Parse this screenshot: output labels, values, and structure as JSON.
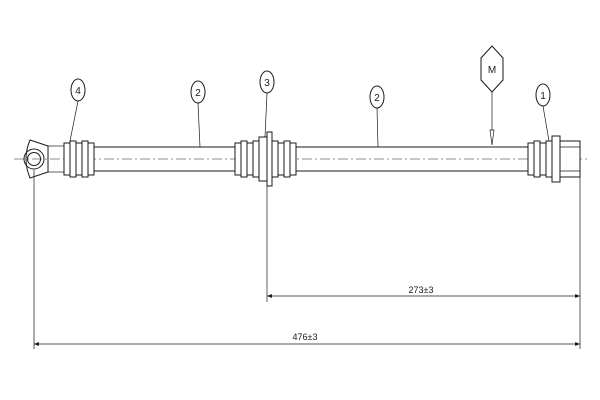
{
  "callouts": [
    {
      "id": "callout-4",
      "label": "4"
    },
    {
      "id": "callout-2a",
      "label": "2"
    },
    {
      "id": "callout-3",
      "label": "3"
    },
    {
      "id": "callout-2b",
      "label": "2"
    },
    {
      "id": "callout-1",
      "label": "1"
    }
  ],
  "marker": {
    "label": "M"
  },
  "dimensions": {
    "partial": "273±3",
    "overall": "476±3"
  },
  "colors": {
    "line": "#1a1a1a",
    "background": "#ffffff"
  }
}
